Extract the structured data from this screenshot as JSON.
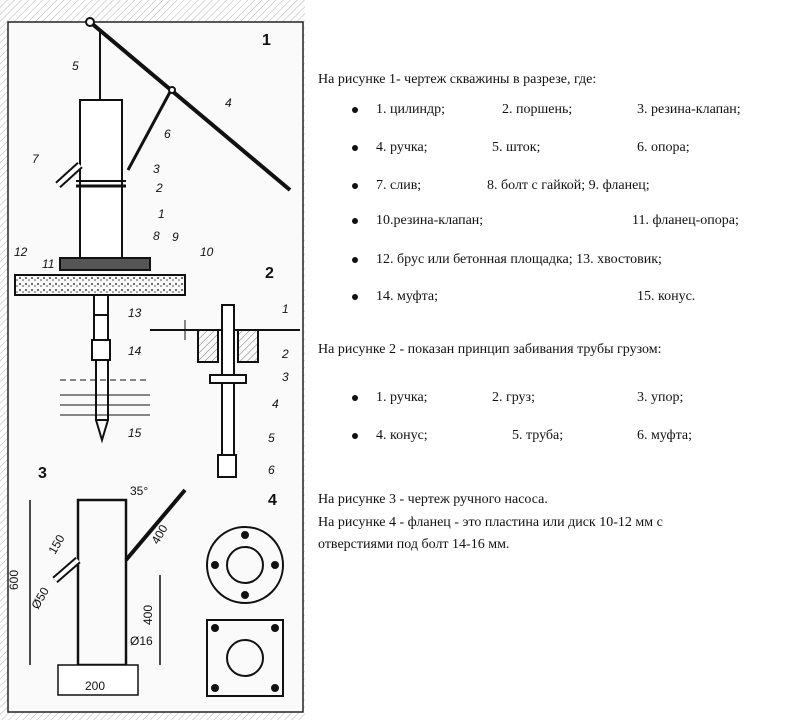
{
  "figure": {
    "fig1_number": "1",
    "fig2_number": "2",
    "fig3_number": "3",
    "fig4_number": "4",
    "fig1_callouts": [
      "1",
      "2",
      "3",
      "4",
      "5",
      "6",
      "7",
      "8",
      "9",
      "10",
      "11",
      "12",
      "13",
      "14",
      "15"
    ],
    "fig2_callouts": [
      "1",
      "2",
      "3",
      "4",
      "5",
      "6"
    ],
    "fig3_dims": {
      "d600": "600",
      "d150": "150",
      "d50": "Ø50",
      "d400a": "400",
      "d400b": "400",
      "d16": "Ø16",
      "d200": "200",
      "angle": "35°"
    }
  },
  "legend": {
    "intro1": "На рисунке 1- чертеж скважины в разрезе, где:",
    "list1": [
      [
        "1. цилиндр;",
        "2. поршень;",
        "3. резина-клапан;"
      ],
      [
        "4. ручка;",
        "5. шток;",
        "6. опора;"
      ],
      [
        "7. слив;",
        "8. болт с гайкой; 9. фланец;",
        ""
      ],
      [
        "10.резина-клапан;",
        "11. фланец-опора;",
        ""
      ],
      [
        "12. брус или бетонная площадка; 13. хвостовик;",
        "",
        ""
      ],
      [
        "14. муфта;",
        "15. конус.",
        ""
      ]
    ],
    "intro2": "На рисунке 2 - показан принцип забивания трубы грузом:",
    "list2": [
      [
        "1. ручка;",
        "2. груз;",
        "3. упор;"
      ],
      [
        "4. конус;",
        "5. труба;",
        "6. муфта;"
      ]
    ],
    "text3": "На рисунке 3 - чертеж ручного насоса.",
    "text4a": "На рисунке 4 - фланец - это пластина или диск 10-12 мм с",
    "text4b": "отверстиями под болт 14-16 мм."
  }
}
